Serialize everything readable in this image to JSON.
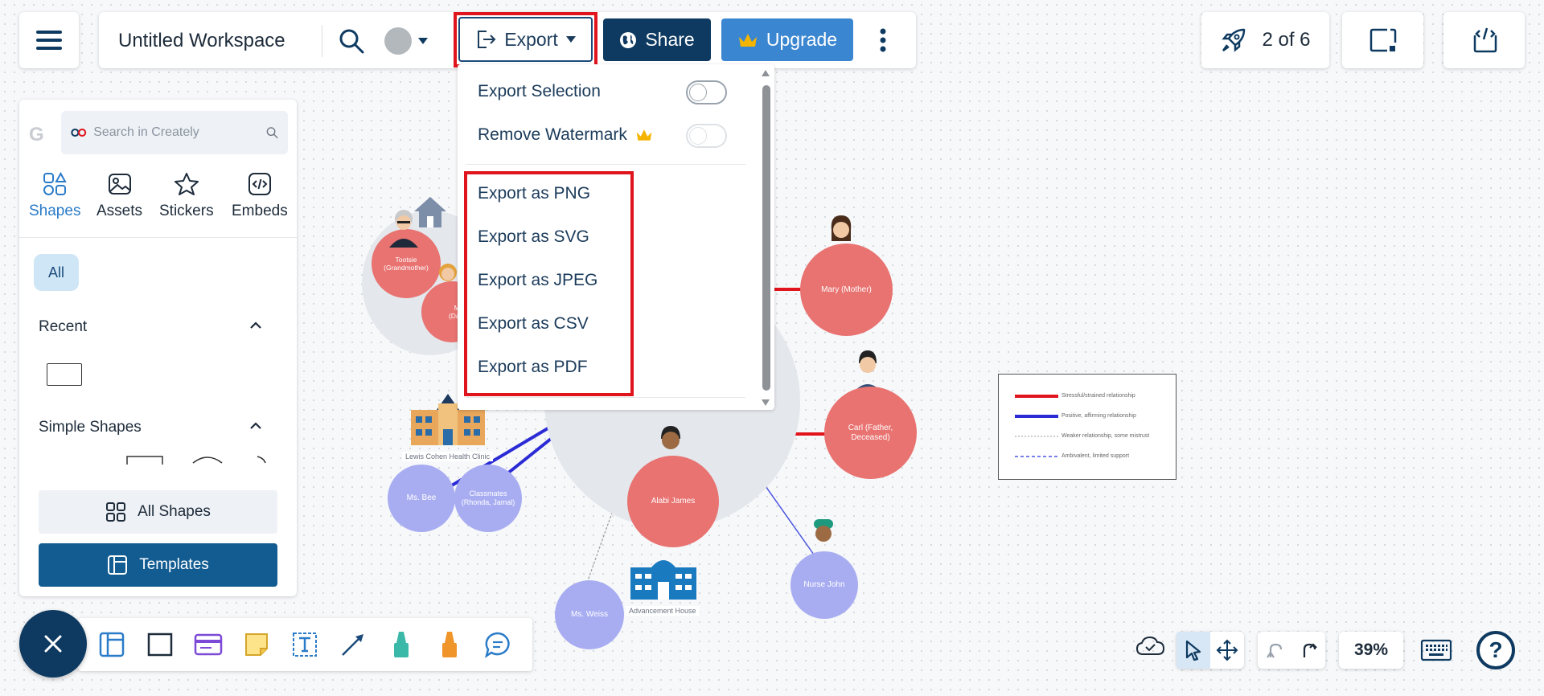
{
  "header": {
    "workspace_title": "Untitled Workspace",
    "export_label": "Export",
    "share_label": "Share",
    "upgrade_label": "Upgrade",
    "pages_label": "2 of 6"
  },
  "export_menu": {
    "export_selection": "Export Selection",
    "remove_watermark": "Remove Watermark",
    "formats": [
      "Export as PNG",
      "Export as SVG",
      "Export as JPEG",
      "Export as CSV",
      "Export as PDF"
    ]
  },
  "left_panel": {
    "search_placeholder": "Search in Creately",
    "tabs": [
      {
        "label": "Shapes",
        "icon": "shapes-icon",
        "active": true
      },
      {
        "label": "Assets",
        "icon": "image-icon"
      },
      {
        "label": "Stickers",
        "icon": "star-icon"
      },
      {
        "label": "Embeds",
        "icon": "code-icon"
      }
    ],
    "filter_chip": "All",
    "recent_heading": "Recent",
    "simple_shapes_heading": "Simple Shapes",
    "all_shapes_label": "All Shapes",
    "templates_label": "Templates"
  },
  "status": {
    "zoom": "39%"
  },
  "diagram": {
    "nodes": {
      "grandmother": "Tootsie (Grandmother)",
      "daughter": "Mea (Daug...",
      "mary": "Mary (Mother)",
      "carl": "Carl (Father, Deceased)",
      "alabi": "Alabi James",
      "ms_bee": "Ms. Bee",
      "classmates": "Classmates (Rhonda, Jamal)",
      "ms_weiss": "Ms. Weiss",
      "nurse": "Nurse John"
    },
    "labels": {
      "school": "Lewis Cohen Health Clinic",
      "hospital": "Advancement House"
    },
    "legend": [
      "Stressful/strained relationship",
      "Positive, affirming relationship",
      "Weaker relationship, some mistrust",
      "Ambivalent, limited support"
    ]
  },
  "colors": {
    "primary_dark": "#0e3a61",
    "upgrade_blue": "#3a86d0",
    "highlight_red": "#e0141c",
    "node_red": "#e87371",
    "node_blue": "#a8adf2"
  }
}
